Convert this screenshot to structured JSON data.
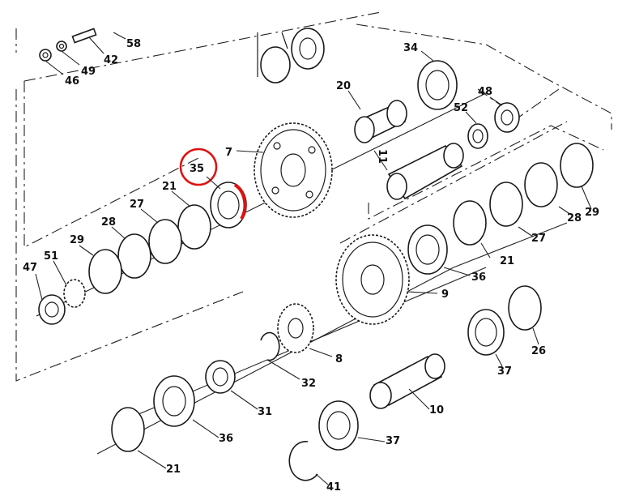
{
  "callouts": {
    "p58": "58",
    "p42": "42",
    "p46": "46",
    "p49": "49",
    "p34": "34",
    "p20": "20",
    "p48": "48",
    "p52": "52",
    "p7": "7",
    "p11": "11",
    "p35": "35",
    "p21a": "21",
    "p27a": "27",
    "p28a": "28",
    "p29a": "29",
    "p51": "51",
    "p47": "47",
    "p36a": "36",
    "p9": "9",
    "p21b": "21",
    "p27b": "27",
    "p28b": "28",
    "p29b": "29",
    "p26": "26",
    "p37a": "37",
    "p8": "8",
    "p32": "32",
    "p31": "31",
    "p10": "10",
    "p36b": "36",
    "p37b": "37",
    "p21c": "21",
    "p41": "41"
  },
  "highlight": {
    "circle_color": "#e01010",
    "ring_color": "#e01010",
    "part": "35"
  }
}
